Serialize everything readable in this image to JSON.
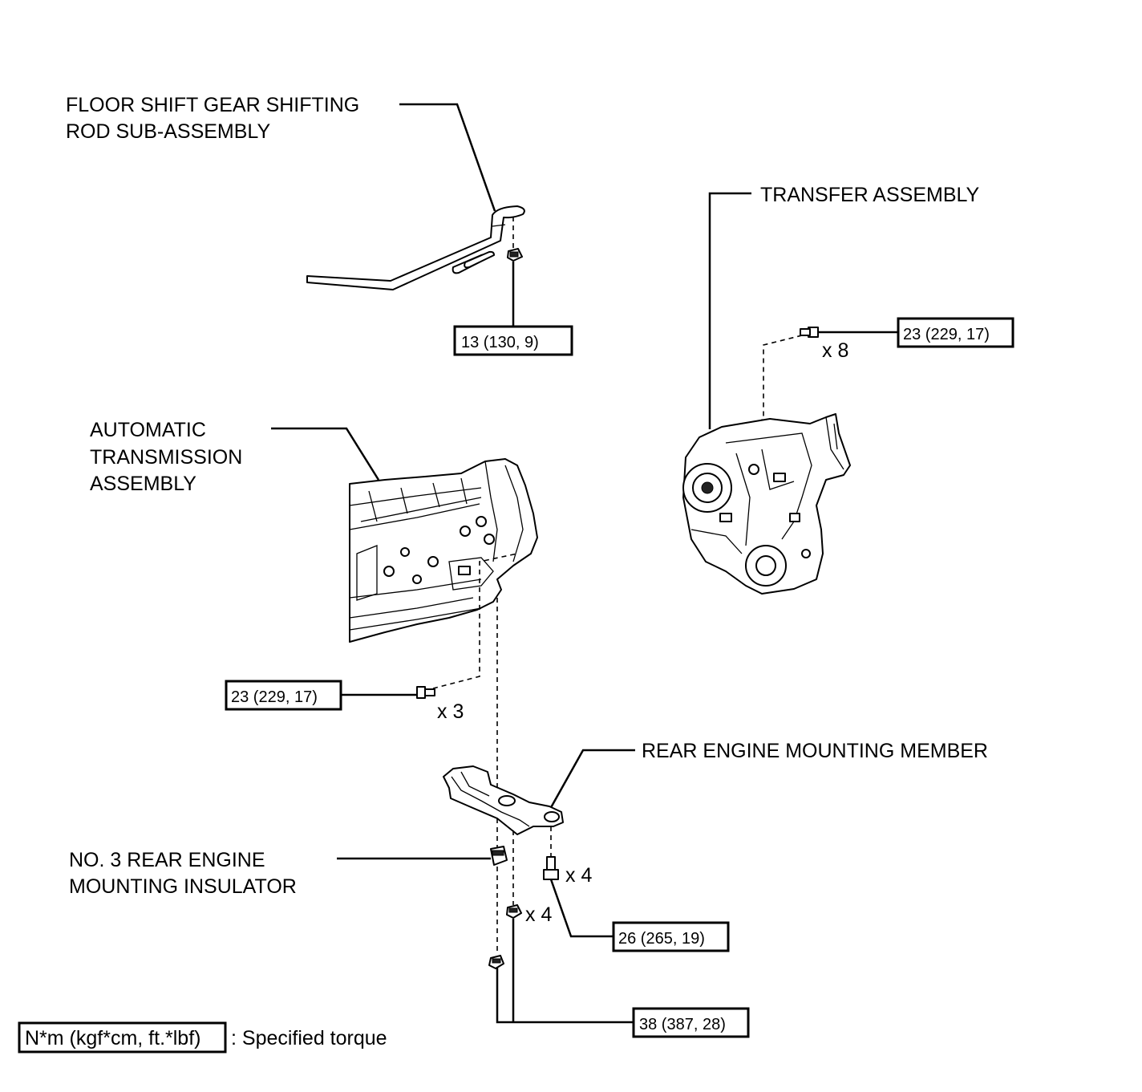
{
  "labels": {
    "floor_shift_line1": "FLOOR SHIFT GEAR SHIFTING",
    "floor_shift_line2": "ROD SUB-ASSEMBLY",
    "transfer": "TRANSFER ASSEMBLY",
    "auto_trans_line1": "AUTOMATIC",
    "auto_trans_line2": "TRANSMISSION",
    "auto_trans_line3": "ASSEMBLY",
    "rear_member": "REAR ENGINE MOUNTING MEMBER",
    "insulator_line1": "NO. 3 REAR ENGINE",
    "insulator_line2": "MOUNTING INSULATOR"
  },
  "torques": {
    "shift_rod_nut": "13 (130, 9)",
    "transfer_bolts": "23 (229, 17)",
    "trans_bolts": "23 (229, 17)",
    "member_bolts": "26 (265, 19)",
    "insulator_nuts": "38 (387, 28)"
  },
  "quantities": {
    "transfer_bolts": "x 8",
    "trans_bolts": "x 3",
    "member_bolts": "x 4",
    "insulator_nuts": "x 4"
  },
  "legend": {
    "unit_box": "N*m (kgf*cm, ft.*lbf)",
    "description": ": Specified torque"
  }
}
